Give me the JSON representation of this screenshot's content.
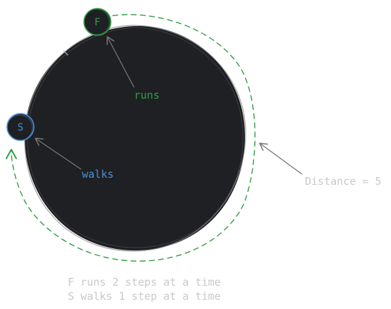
{
  "nodes": {
    "fast": {
      "label": "F",
      "color": "#2f9e44"
    },
    "slow": {
      "label": "S",
      "color": "#4a8fd4"
    }
  },
  "annotations": {
    "runs": "runs",
    "walks": "walks",
    "distance": "Distance = 5"
  },
  "caption": {
    "line1": "F runs 2 steps at a time",
    "line2": "S walks 1 step at a time"
  },
  "colors": {
    "disc": "#1f2024",
    "path": "#2f9e44",
    "arrow": "#777777",
    "muted": "#c9c9c9",
    "fast_node_fill": "#1f2024",
    "slow_node_fill": "#1f2024"
  }
}
